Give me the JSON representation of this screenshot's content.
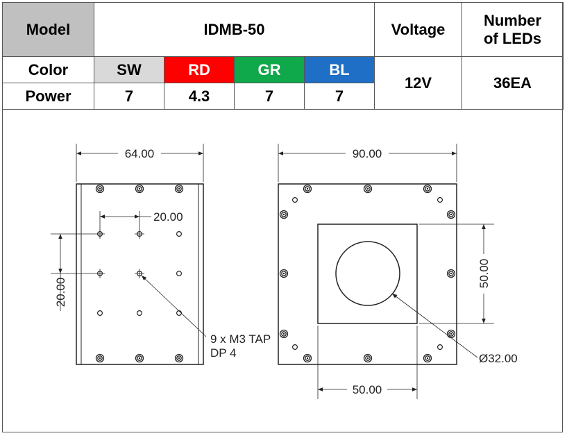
{
  "spec_table": {
    "model_label": "Model",
    "model_value": "IDMB-50",
    "voltage_label": "Voltage",
    "voltage_value": "12V",
    "leds_label_line1": "Number",
    "leds_label_line2": "of LEDs",
    "leds_value": "36EA",
    "color_label": "Color",
    "power_label": "Power",
    "colors": [
      {
        "code": "SW",
        "power": "7",
        "bg": "#d9d9d9",
        "fg": "#000000"
      },
      {
        "code": "RD",
        "power": "4.3",
        "bg": "#ff0000",
        "fg": "#ffffff"
      },
      {
        "code": "GR",
        "power": "7",
        "bg": "#0fa84a",
        "fg": "#ffffff"
      },
      {
        "code": "BL",
        "power": "7",
        "bg": "#1f6fc6",
        "fg": "#ffffff"
      }
    ]
  },
  "side_view": {
    "width_dim": "64.00",
    "hole_spacing_h": "20.00",
    "hole_spacing_v": "20.00",
    "tap_note_line1": "9 x M3 TAP",
    "tap_note_line2": "DP 4"
  },
  "front_view": {
    "width_dim": "90.00",
    "window_height_dim": "50.00",
    "window_width_dim": "50.00",
    "aperture_dim": "Ø32.00"
  }
}
